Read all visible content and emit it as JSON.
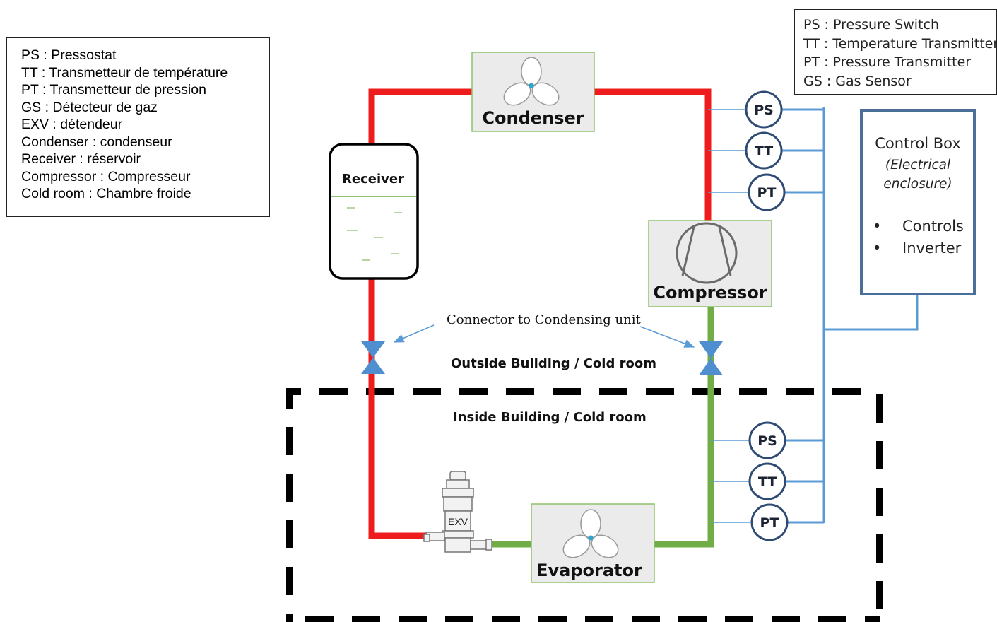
{
  "legend_fr": {
    "lines": [
      "PS : Pressostat",
      "TT : Transmetteur de température",
      "PT : Transmetteur de pression",
      "GS : Détecteur de gaz",
      "EXV : détendeur",
      "Condenser : condenseur",
      "Receiver : réservoir",
      "Compressor : Compresseur",
      "Cold room : Chambre froide"
    ]
  },
  "legend_en": {
    "lines": [
      "PS : Pressure Switch",
      "TT : Temperature Transmitter",
      "PT : Pressure Transmitter",
      "GS : Gas Sensor"
    ]
  },
  "components": {
    "condenser": "Condenser",
    "receiver": "Receiver",
    "compressor": "Compressor",
    "evaporator": "Evaporator",
    "exv": "EXV"
  },
  "connector_label": "Connector to Condensing unit",
  "regions": {
    "outside": "Outside Building / Cold room",
    "inside": "Inside Building / Cold room"
  },
  "control_box": {
    "title": "Control Box",
    "subtitle_line1": "(Electrical",
    "subtitle_line2": "enclosure)",
    "items": [
      "Controls",
      "Inverter"
    ],
    "bullet": "•"
  },
  "sensors": {
    "upper": [
      "PS",
      "TT",
      "PT"
    ],
    "lower": [
      "PS",
      "TT",
      "PT"
    ]
  },
  "colors": {
    "high_pressure_line": "#ee1c1c",
    "low_pressure_line": "#70ad47",
    "signal_wire": "#5b9bd5",
    "valve": "#4f8fd0",
    "sensor_border": "#2f4b74",
    "control_box_border": "#4a6f98",
    "component_fill": "#ebebeb",
    "component_border": "#8fc26a"
  }
}
